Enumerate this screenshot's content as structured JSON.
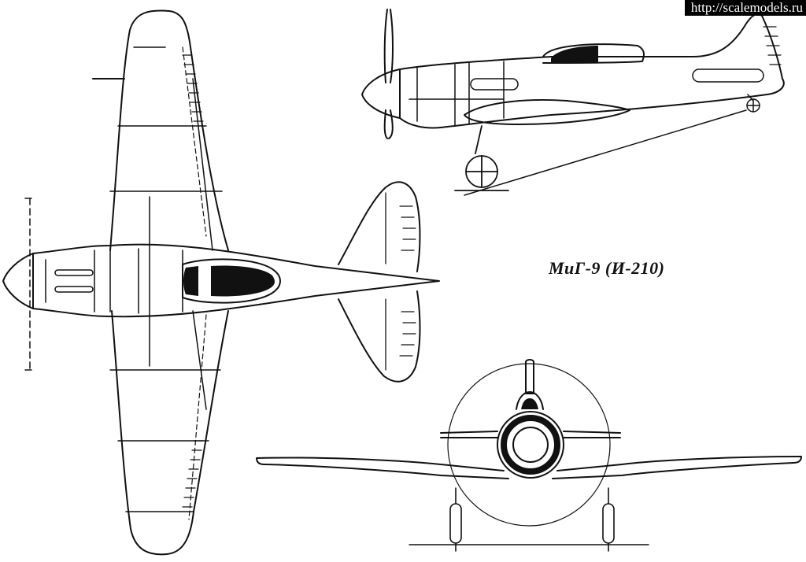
{
  "watermark": {
    "text": "http://scalemodels.ru"
  },
  "designation": {
    "text": "МиГ-9 (И-210)"
  },
  "colors": {
    "ink": "#111111",
    "paper": "#ffffff",
    "watermark_bg": "#000000",
    "watermark_fg": "#ffffff"
  },
  "views": [
    "top-view",
    "side-view",
    "front-view"
  ]
}
